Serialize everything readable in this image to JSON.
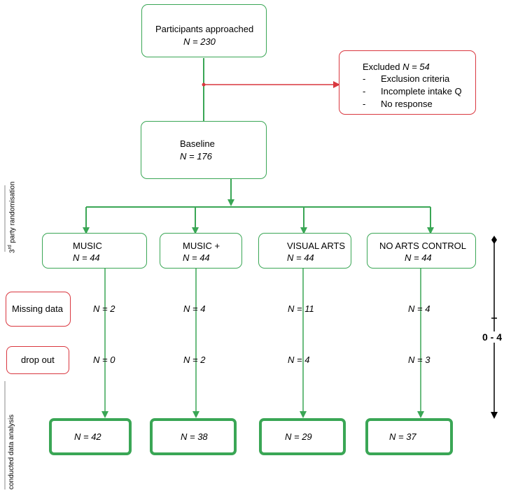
{
  "approached": {
    "title": "Participants approached",
    "n": "N = 230"
  },
  "excluded": {
    "prefix": "Excluded ",
    "n": "N = 54",
    "reasons": [
      "Exclusion criteria",
      "Incomplete intake Q",
      "No response"
    ],
    "bullet": "-"
  },
  "baseline": {
    "title": "Baseline",
    "n": "N = 176"
  },
  "side_labels": {
    "randomisation_pre": "3",
    "randomisation_sup": "rd",
    "randomisation_post": " party randomisation",
    "analysis": "conducted data analysis"
  },
  "rows": {
    "missing": "Missing data",
    "dropout": "drop out"
  },
  "groups": [
    {
      "name": "MUSIC",
      "n": "N = 44",
      "missing": "N = 2",
      "dropout": "N = 0",
      "final": "N = 42"
    },
    {
      "name": "MUSIC +",
      "n": "N = 44",
      "missing": "N = 4",
      "dropout": "N = 2",
      "final": "N = 38"
    },
    {
      "name": "VISUAL ARTS",
      "n": "N = 44",
      "missing": "N = 11",
      "dropout": "N = 4",
      "final": "N = 29"
    },
    {
      "name": "NO ARTS CONTROL",
      "n": "N = 44",
      "missing": "N = 4",
      "dropout": "N = 3",
      "final": "N = 37"
    }
  ],
  "timeline": {
    "label": "0 - 4"
  },
  "colors": {
    "green": "#3aa655",
    "red": "#d9373f",
    "black": "#000000"
  }
}
